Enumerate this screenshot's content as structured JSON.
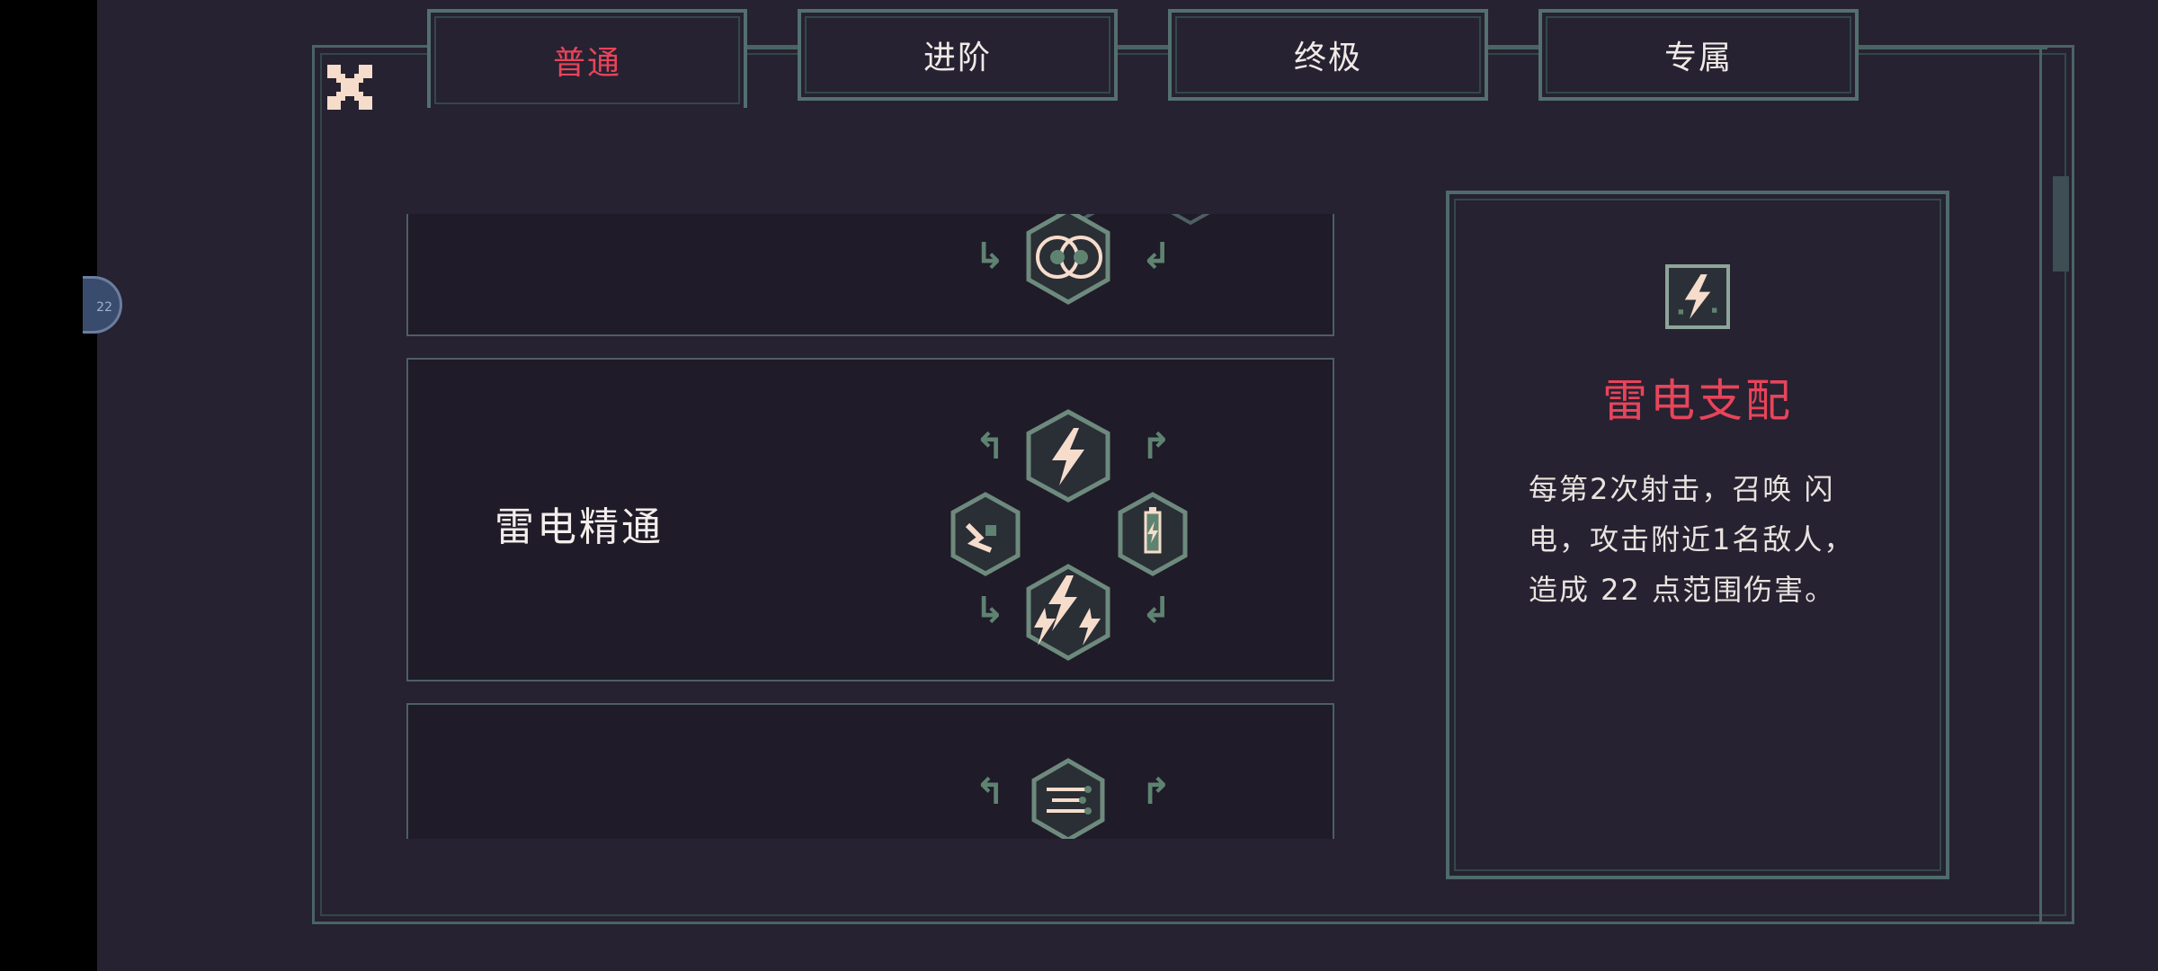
{
  "tabs": [
    {
      "label": "普通",
      "active": true
    },
    {
      "label": "进阶",
      "active": false
    },
    {
      "label": "终极",
      "active": false
    },
    {
      "label": "专属",
      "active": false
    }
  ],
  "side_badge": {
    "text": "22"
  },
  "skill_cards": [
    {
      "title": "",
      "icons": [
        "bubble-icon"
      ]
    },
    {
      "title": "雷电精通",
      "icons": [
        "lightning-icon",
        "pulse-icon",
        "battery-icon",
        "thunderstorm-icon"
      ]
    },
    {
      "title": "",
      "icons": [
        "arrows-icon"
      ]
    }
  ],
  "detail": {
    "icon": "lightning-icon",
    "title": "雷电支配",
    "description_lines": [
      "每第2次射击，召唤 闪",
      "电，攻击附近1名敌人，",
      "造成 22 点范围伤害。"
    ]
  },
  "colors": {
    "background": "#262231",
    "accent_red": "#e8445a",
    "border_teal": "#4a6466",
    "text_light": "#f0e9e6",
    "icon_cream": "#f6dccb",
    "icon_green": "#5f8371"
  }
}
